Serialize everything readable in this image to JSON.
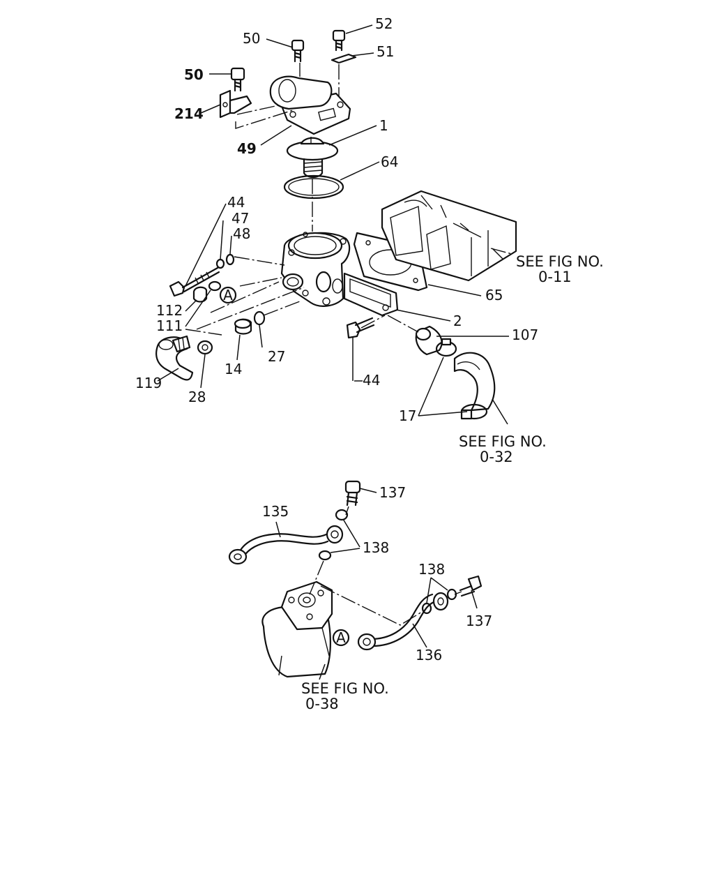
{
  "callouts": {
    "p50_top": "50",
    "p52": "52",
    "p51": "51",
    "p50_left": "50",
    "p214": "214",
    "p49": "49",
    "p1": "1",
    "p64": "64",
    "p44_top": "44",
    "p47": "47",
    "p48": "48",
    "p65": "65",
    "p112": "112",
    "p111": "111",
    "p2": "2",
    "p107": "107",
    "p27": "27",
    "p14": "14",
    "p119": "119",
    "p28": "28",
    "p44_bottom": "44",
    "p17": "17",
    "p137_top": "137",
    "p135": "135",
    "p138_top": "138",
    "p138_right": "138",
    "p137_right": "137",
    "p136": "136"
  },
  "markers": {
    "a_upper": "A",
    "a_lower": "A"
  },
  "references": {
    "fig_011_line1": "SEE FIG NO.",
    "fig_011_line2": "0-11",
    "fig_032_line1": "SEE FIG NO.",
    "fig_032_line2": "0-32",
    "fig_038_line1": "SEE FIG NO.",
    "fig_038_line2": "0-38"
  }
}
